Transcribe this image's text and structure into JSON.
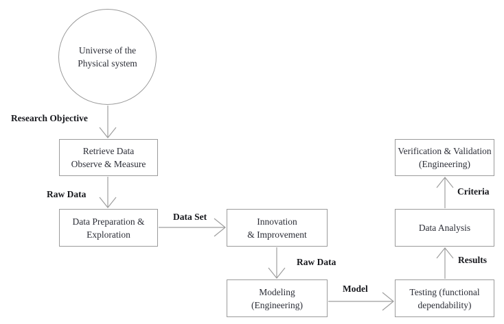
{
  "diagram": {
    "type": "flowchart",
    "colors": {
      "background": "#ffffff",
      "box_border": "#9a9a9a",
      "arrow_line": "#9e9e9e",
      "node_text": "#2b2d36",
      "edge_label_text": "#17181d"
    },
    "nodes": {
      "universe": {
        "shape": "circle",
        "lines": [
          "Universe of the",
          "Physical system"
        ]
      },
      "retrieve": {
        "shape": "rect",
        "lines": [
          "Retrieve Data",
          "Observe & Measure"
        ]
      },
      "data_preparation": {
        "shape": "rect",
        "lines": [
          "Data Preparation &",
          "Exploration"
        ]
      },
      "innovation": {
        "shape": "rect",
        "lines": [
          "Innovation",
          "& Improvement"
        ]
      },
      "modeling": {
        "shape": "rect",
        "lines": [
          "Modeling",
          "(Engineering)"
        ]
      },
      "testing": {
        "shape": "rect",
        "lines": [
          "Testing (functional",
          "dependability)"
        ]
      },
      "data_analysis": {
        "shape": "rect",
        "lines": [
          "Data Analysis"
        ]
      },
      "verification": {
        "shape": "rect",
        "lines": [
          "Verification & Validation",
          "(Engineering)"
        ]
      }
    },
    "edges": [
      {
        "from": "universe",
        "to": "retrieve",
        "direction": "down",
        "label": "Research Objective"
      },
      {
        "from": "retrieve",
        "to": "data_preparation",
        "direction": "down",
        "label": "Raw Data"
      },
      {
        "from": "data_preparation",
        "to": "innovation",
        "direction": "right",
        "label": "Data Set"
      },
      {
        "from": "innovation",
        "to": "modeling",
        "direction": "down",
        "label": "Raw Data"
      },
      {
        "from": "modeling",
        "to": "testing",
        "direction": "right",
        "label": "Model"
      },
      {
        "from": "testing",
        "to": "data_analysis",
        "direction": "up",
        "label": "Results"
      },
      {
        "from": "data_analysis",
        "to": "verification",
        "direction": "up",
        "label": "Criteria"
      }
    ]
  }
}
